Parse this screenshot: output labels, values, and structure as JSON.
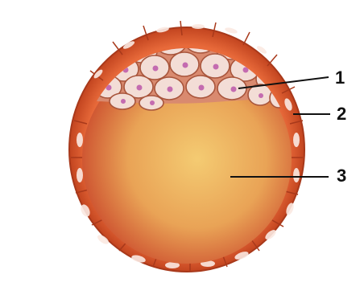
{
  "labels": {
    "one": "1",
    "two": "2",
    "three": "3"
  },
  "colors": {
    "trophoblast": "#e86a3a",
    "trophoblast_dark": "#b8401f",
    "embryoblast_cell": "#f3ddd6",
    "nucleus": "#c46bb0",
    "cavity_center": "#f2c26a",
    "cavity_edge": "#c9452a",
    "label_line": "#111111"
  },
  "icons": {
    "blastocyst": "blastocyst-drawing"
  }
}
